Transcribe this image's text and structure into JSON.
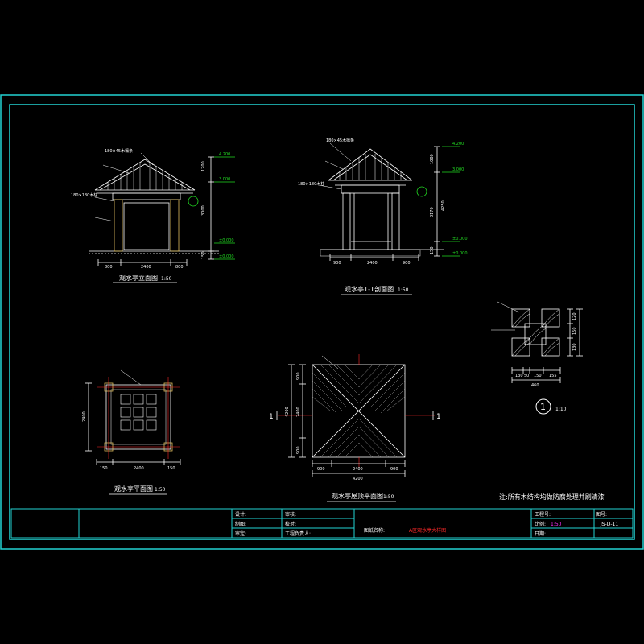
{
  "colors": {
    "background": "#000000",
    "frame": "#22d3d3",
    "linework": "#ffffff",
    "text": "#ffffff",
    "dims": "#dddddd",
    "accent_green": "#22dd22",
    "accent_yellow": "#e0c060",
    "accent_red": "#ff2a2a",
    "accent_magenta": "#ff33ff",
    "accent_cyan": "#22d3d3"
  },
  "views": {
    "elevation": {
      "title": "观水亭立面图",
      "scale": "1:50",
      "elevations": [
        "4.200",
        "3.000",
        "±0.000",
        "±0.000"
      ],
      "dims_bottom": [
        "800",
        "2400",
        "800"
      ],
      "dims_side": [
        "1200",
        "3000",
        "150"
      ],
      "callouts": [
        "180×45木檩条",
        "180×180木柱"
      ]
    },
    "section": {
      "title": "观水亭1-1剖面图",
      "scale": "1:50",
      "elevations": [
        "4.200",
        "3.000",
        "±0.000",
        "±0.000"
      ],
      "dims_bottom": [
        "900",
        "2400",
        "900"
      ],
      "dims_side": [
        "1080",
        "4250",
        "3170",
        "150"
      ],
      "callouts": [
        "180×45木檩条",
        "180×180木柱"
      ]
    },
    "plan": {
      "title": "观水亭平面图",
      "scale": "1:50",
      "dims_bottom": [
        "150",
        "2400",
        "150"
      ],
      "dims_left": [
        "2400"
      ]
    },
    "roof_plan": {
      "title": "观水亭屋顶平面图",
      "scale": "1:50",
      "dims_bottom": [
        "900",
        "2400",
        "900"
      ],
      "dims_total": "4200",
      "dims_left": [
        "900",
        "2400",
        "900"
      ],
      "dims_left_total": "4200",
      "section_mark": "1"
    },
    "detail": {
      "number": "1",
      "scale": "1:10",
      "dims_bottom": [
        "130",
        "50",
        "150",
        "155"
      ],
      "dims_total": "460",
      "dims_right": [
        "120",
        "150",
        "130"
      ]
    }
  },
  "note": "注:所有木结构均做防腐处理并刷清漆",
  "title_block": {
    "designer_label": "设计:",
    "checker_label": "审核:",
    "drawer_label": "制图:",
    "proofreader_label": "校对:",
    "reviewer_label": "审定:",
    "engineer_label": "工程负责人:",
    "drawing_name_label": "图纸名称:",
    "drawing_name": "A区观水亭大样图",
    "project_no_label": "工程号:",
    "scale_label": "比例:",
    "scale_value": "1:50",
    "date_label": "日期:",
    "sheet_no_label": "图号:",
    "sheet_no": "JS-D-11"
  }
}
